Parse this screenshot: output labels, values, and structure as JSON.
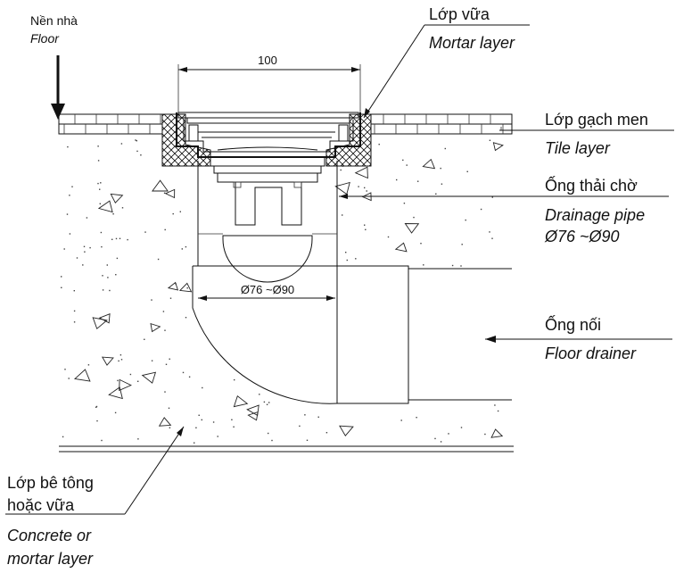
{
  "labels": {
    "floor_vi": "Nền nhà",
    "floor_en": "Floor",
    "mortar_vi": "Lớp vữa",
    "mortar_en": "Mortar layer",
    "tile_vi": "Lớp gạch men",
    "tile_en": "Tile layer",
    "pipe_vi": "Ống thải chờ",
    "pipe_en": "Drainage pipe",
    "pipe_size": "Ø76 ~Ø90",
    "drainer_vi": "Ống nối",
    "drainer_en": "Floor drainer",
    "concrete_vi_1": "Lớp bê tông",
    "concrete_vi_2": "hoặc vữa",
    "concrete_en_1": "Concrete or",
    "concrete_en_2": "mortar layer"
  },
  "dimensions": {
    "top_width": "100",
    "pipe_diameter": "Ø76 ~Ø90"
  },
  "icons": {
    "arrow": "arrow-down-icon",
    "hatch": "cross-hatch-pattern"
  }
}
